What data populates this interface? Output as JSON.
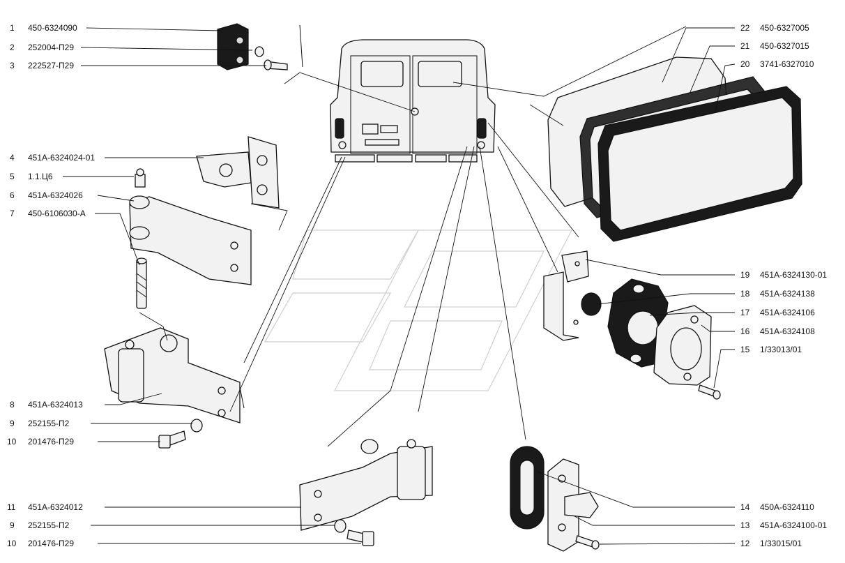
{
  "callouts_left": [
    {
      "num": "1",
      "code": "450-6324090"
    },
    {
      "num": "2",
      "code": "252004-П29"
    },
    {
      "num": "3",
      "code": "222527-П29"
    },
    {
      "num": "4",
      "code": "451А-6324024-01"
    },
    {
      "num": "5",
      "code": "1.1.Ц6"
    },
    {
      "num": "6",
      "code": "451А-6324026"
    },
    {
      "num": "7",
      "code": "450-6106030-А"
    },
    {
      "num": "8",
      "code": "451А-6324013"
    },
    {
      "num": "9",
      "code": "252155-П2"
    },
    {
      "num": "10",
      "code": "201476-П29"
    },
    {
      "num": "11",
      "code": "451А-6324012"
    },
    {
      "num": "9",
      "code": "252155-П2"
    },
    {
      "num": "10",
      "code": "201476-П29"
    }
  ],
  "callouts_right": [
    {
      "num": "22",
      "code": "450-6327005"
    },
    {
      "num": "21",
      "code": "450-6327015"
    },
    {
      "num": "20",
      "code": "3741-6327010"
    },
    {
      "num": "19",
      "code": "451А-6324130-01"
    },
    {
      "num": "18",
      "code": "451А-6324138"
    },
    {
      "num": "17",
      "code": "451А-6324106"
    },
    {
      "num": "16",
      "code": "451А-6324108"
    },
    {
      "num": "15",
      "code": "1/33013/01"
    },
    {
      "num": "14",
      "code": "450А-6324110"
    },
    {
      "num": "13",
      "code": "451А-6324100-01"
    },
    {
      "num": "12",
      "code": "1/33015/01"
    }
  ],
  "colors": {
    "line": "#111111",
    "fill": "#f2f2f2",
    "dark": "#1a1a1a",
    "watermark": "#cfcfcf"
  }
}
